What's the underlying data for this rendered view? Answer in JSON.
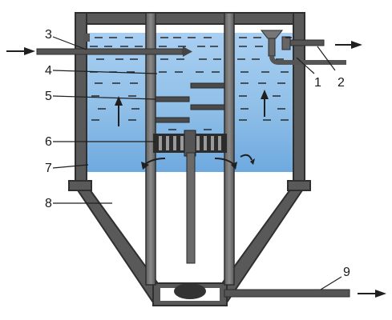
{
  "labels": {
    "l1": "1",
    "l2": "2",
    "l3": "3",
    "l4": "4",
    "l5": "5",
    "l6": "6",
    "l7": "7",
    "l8": "8",
    "l9": "9"
  },
  "colors": {
    "outline": "#3a3a3a",
    "water": "#8fbfe8",
    "water_light": "#dfeefb",
    "steel": "#707070",
    "pipe": "#5f5f5f",
    "dash": "#1f1f1f"
  }
}
